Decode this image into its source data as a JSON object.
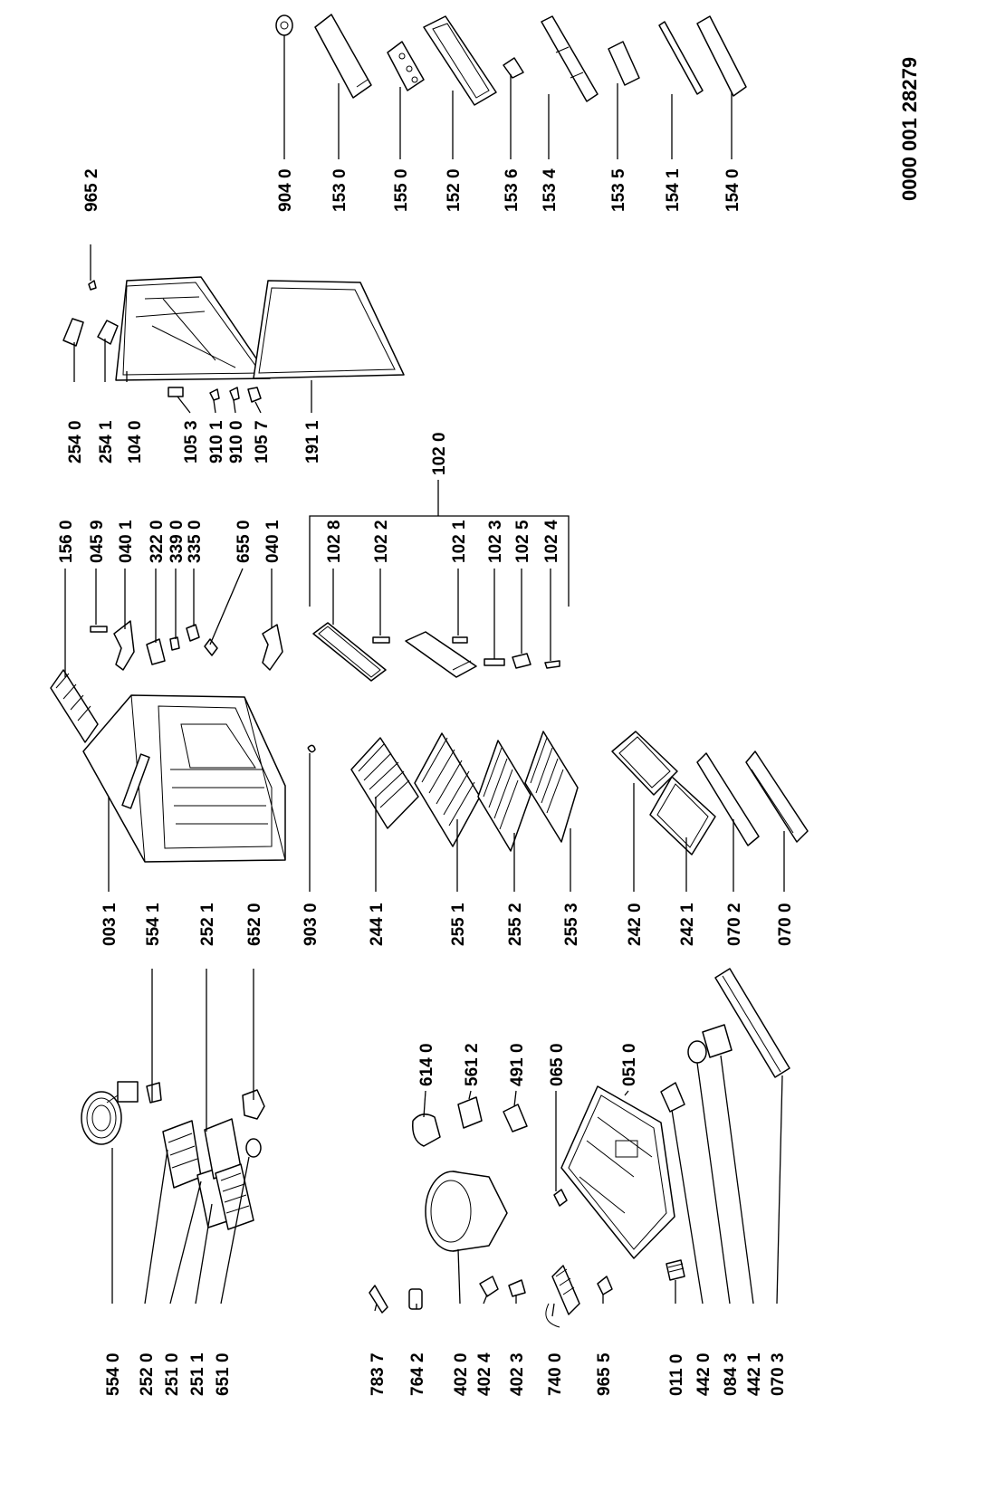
{
  "document_number": "0000 001 28279",
  "parts": [
    {
      "key": "p5540",
      "label": "554 0"
    },
    {
      "key": "p2520",
      "label": "252 0"
    },
    {
      "key": "p2510",
      "label": "251 0"
    },
    {
      "key": "p2511",
      "label": "251 1"
    },
    {
      "key": "p6510",
      "label": "651 0"
    },
    {
      "key": "p0031",
      "label": "003 1"
    },
    {
      "key": "p5541",
      "label": "554 1"
    },
    {
      "key": "p2521",
      "label": "252 1"
    },
    {
      "key": "p6520",
      "label": "652 0"
    },
    {
      "key": "p9030",
      "label": "903 0"
    },
    {
      "key": "p2441",
      "label": "244 1"
    },
    {
      "key": "p2551",
      "label": "255 1"
    },
    {
      "key": "p2552",
      "label": "255 2"
    },
    {
      "key": "p2553",
      "label": "255 3"
    },
    {
      "key": "p2420",
      "label": "242 0"
    },
    {
      "key": "p2421",
      "label": "242 1"
    },
    {
      "key": "p0702",
      "label": "070 2"
    },
    {
      "key": "p0700",
      "label": "070 0"
    },
    {
      "key": "p1560",
      "label": "156 0"
    },
    {
      "key": "p0459",
      "label": "045 9"
    },
    {
      "key": "p0401a",
      "label": "040 1"
    },
    {
      "key": "p3220",
      "label": "322 0"
    },
    {
      "key": "p3390",
      "label": "339 0"
    },
    {
      "key": "p3350",
      "label": "335 0"
    },
    {
      "key": "p6550",
      "label": "655 0"
    },
    {
      "key": "p0401b",
      "label": "040 1"
    },
    {
      "key": "p1028",
      "label": "102 8"
    },
    {
      "key": "p1022",
      "label": "102 2"
    },
    {
      "key": "p1021",
      "label": "102 1"
    },
    {
      "key": "p1023",
      "label": "102 3"
    },
    {
      "key": "p1025",
      "label": "102 5"
    },
    {
      "key": "p1024",
      "label": "102 4"
    },
    {
      "key": "p1020",
      "label": "102 0"
    },
    {
      "key": "p2540",
      "label": "254 0"
    },
    {
      "key": "p2541",
      "label": "254 1"
    },
    {
      "key": "p1040",
      "label": "104 0"
    },
    {
      "key": "p1053",
      "label": "105 3"
    },
    {
      "key": "p9101",
      "label": "910 1"
    },
    {
      "key": "p9100",
      "label": "910 0"
    },
    {
      "key": "p1057",
      "label": "105 7"
    },
    {
      "key": "p1911",
      "label": "191 1"
    },
    {
      "key": "p9652",
      "label": "965 2"
    },
    {
      "key": "p9040",
      "label": "904 0"
    },
    {
      "key": "p1530",
      "label": "153 0"
    },
    {
      "key": "p1550",
      "label": "155 0"
    },
    {
      "key": "p1520",
      "label": "152 0"
    },
    {
      "key": "p1536",
      "label": "153 6"
    },
    {
      "key": "p1534",
      "label": "153 4"
    },
    {
      "key": "p1535",
      "label": "153 5"
    },
    {
      "key": "p1541",
      "label": "154 1"
    },
    {
      "key": "p1540",
      "label": "154 0"
    },
    {
      "key": "p6140",
      "label": "614 0"
    },
    {
      "key": "p5612",
      "label": "561 2"
    },
    {
      "key": "p4910",
      "label": "491 0"
    },
    {
      "key": "p0650",
      "label": "065 0"
    },
    {
      "key": "p0510",
      "label": "051 0"
    },
    {
      "key": "p7837",
      "label": "783 7"
    },
    {
      "key": "p7642",
      "label": "764 2"
    },
    {
      "key": "p4020",
      "label": "402 0"
    },
    {
      "key": "p4024",
      "label": "402 4"
    },
    {
      "key": "p4023",
      "label": "402 3"
    },
    {
      "key": "p7400",
      "label": "740 0"
    },
    {
      "key": "p9655",
      "label": "965 5"
    },
    {
      "key": "p0110",
      "label": "011 0"
    },
    {
      "key": "p4420",
      "label": "442 0"
    },
    {
      "key": "p0843",
      "label": "084 3"
    },
    {
      "key": "p4421",
      "label": "442 1"
    },
    {
      "key": "p0703",
      "label": "070 3"
    }
  ]
}
